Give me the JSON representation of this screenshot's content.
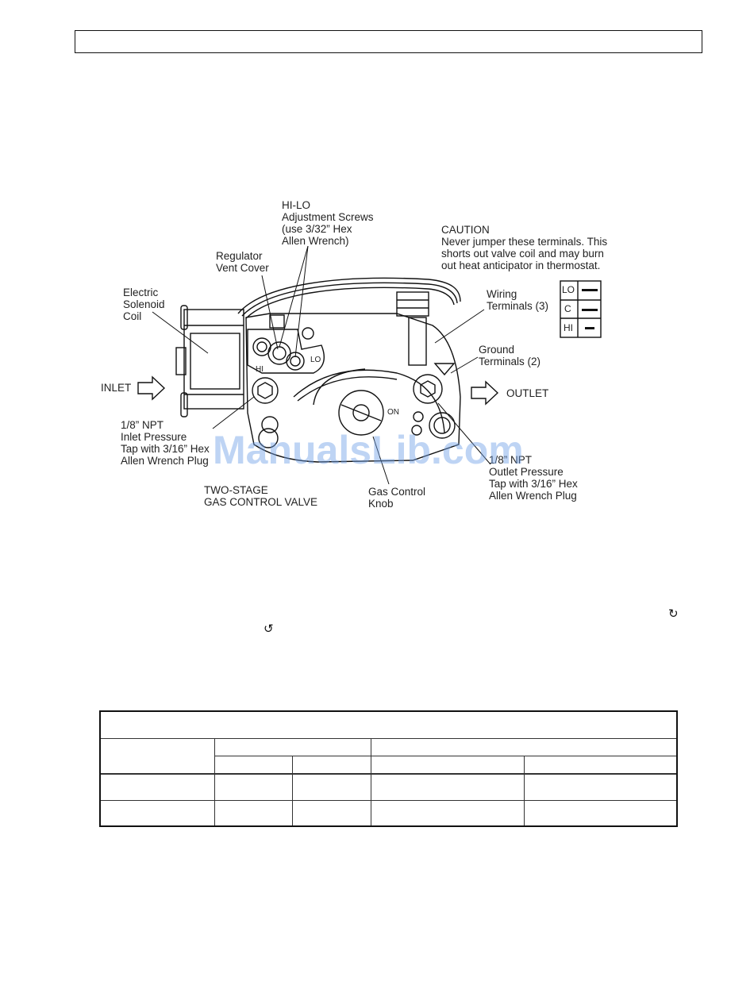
{
  "diagram": {
    "labels": {
      "hilo": "HI-LO\nAdjustment Screws\n(use 3/32” Hex\nAllen Wrench)",
      "caution": "CAUTION\nNever jumper these terminals. This\nshorts out valve coil and may burn\nout heat anticipator in thermostat.",
      "regulator": "Regulator\nVent Cover",
      "solenoid": "Electric\nSolenoid\nCoil",
      "wiring": "Wiring\nTerminals (3)",
      "ground": "Ground\nTerminals (2)",
      "inlet": "INLET",
      "outlet": "OUTLET",
      "inlet_tap": "1/8” NPT\nInlet Pressure\nTap with 3/16” Hex\nAllen Wrench Plug",
      "outlet_tap": "1/8” NPT\nOutlet Pressure\nTap with 3/16” Hex\nAllen Wrench Plug",
      "valve_name": "TWO-STAGE\nGAS CONTROL VALVE",
      "knob": "Gas Control\nKnob"
    },
    "terminal_rows": [
      "LO",
      "C",
      "HI"
    ],
    "on_label": "ON",
    "hi_label": "HI",
    "lo_label": "LO"
  },
  "symbols": {
    "clockwise": "↻",
    "counterclockwise": "↺"
  },
  "watermark": "ManualsLib.com"
}
